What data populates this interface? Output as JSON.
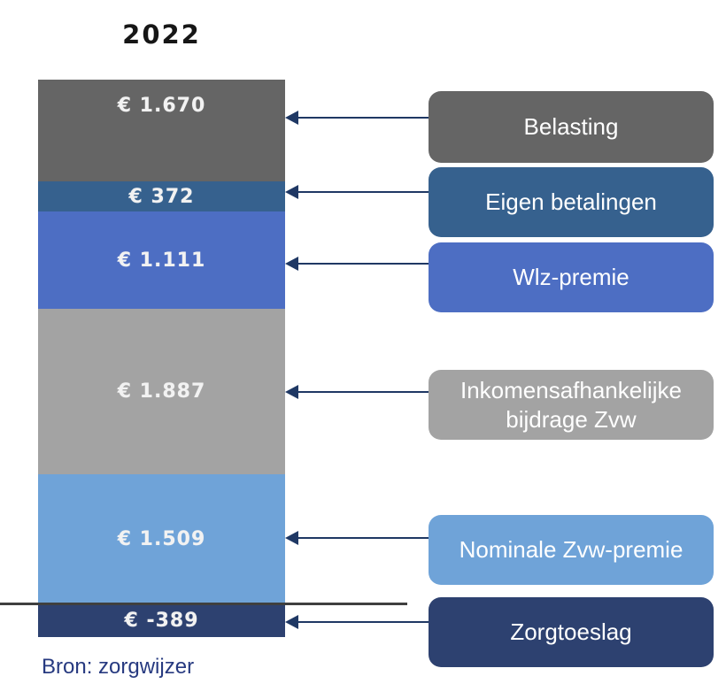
{
  "chart_data": {
    "type": "bar",
    "stacked": true,
    "orientation": "vertical",
    "title": "2022",
    "source": "Bron: zorgwijzer",
    "currency": "EUR",
    "segments": [
      {
        "label": "Belasting",
        "value": 1670,
        "value_label": "€ 1.670",
        "color": "#656565"
      },
      {
        "label": "Eigen betalingen",
        "value": 372,
        "value_label": "€ 372",
        "color": "#36618e"
      },
      {
        "label": "Wlz-premie",
        "value": 1111,
        "value_label": "€ 1.111",
        "color": "#4d6ec3"
      },
      {
        "label": "Inkomensafhankelijke bijdrage Zvw",
        "value": 1887,
        "value_label": "€ 1.887",
        "color": "#a3a3a3"
      },
      {
        "label": "Nominale Zvw-premie",
        "value": 1509,
        "value_label": "€ 1.509",
        "color": "#6fa3d8"
      },
      {
        "label": "Zorgtoeslag",
        "value": -389,
        "value_label": "€ -389",
        "color": "#2d4170"
      }
    ],
    "legend_position": "right",
    "annotations": {
      "zero_baseline": true
    }
  },
  "colors": {
    "arrow": "#1f3864",
    "zero_line": "#3f3f3f",
    "title_text": "#161616",
    "value_text": "#f2f2f2",
    "legend_text": "#ffffff",
    "source_text": "#273a80",
    "background": "#ffffff"
  }
}
